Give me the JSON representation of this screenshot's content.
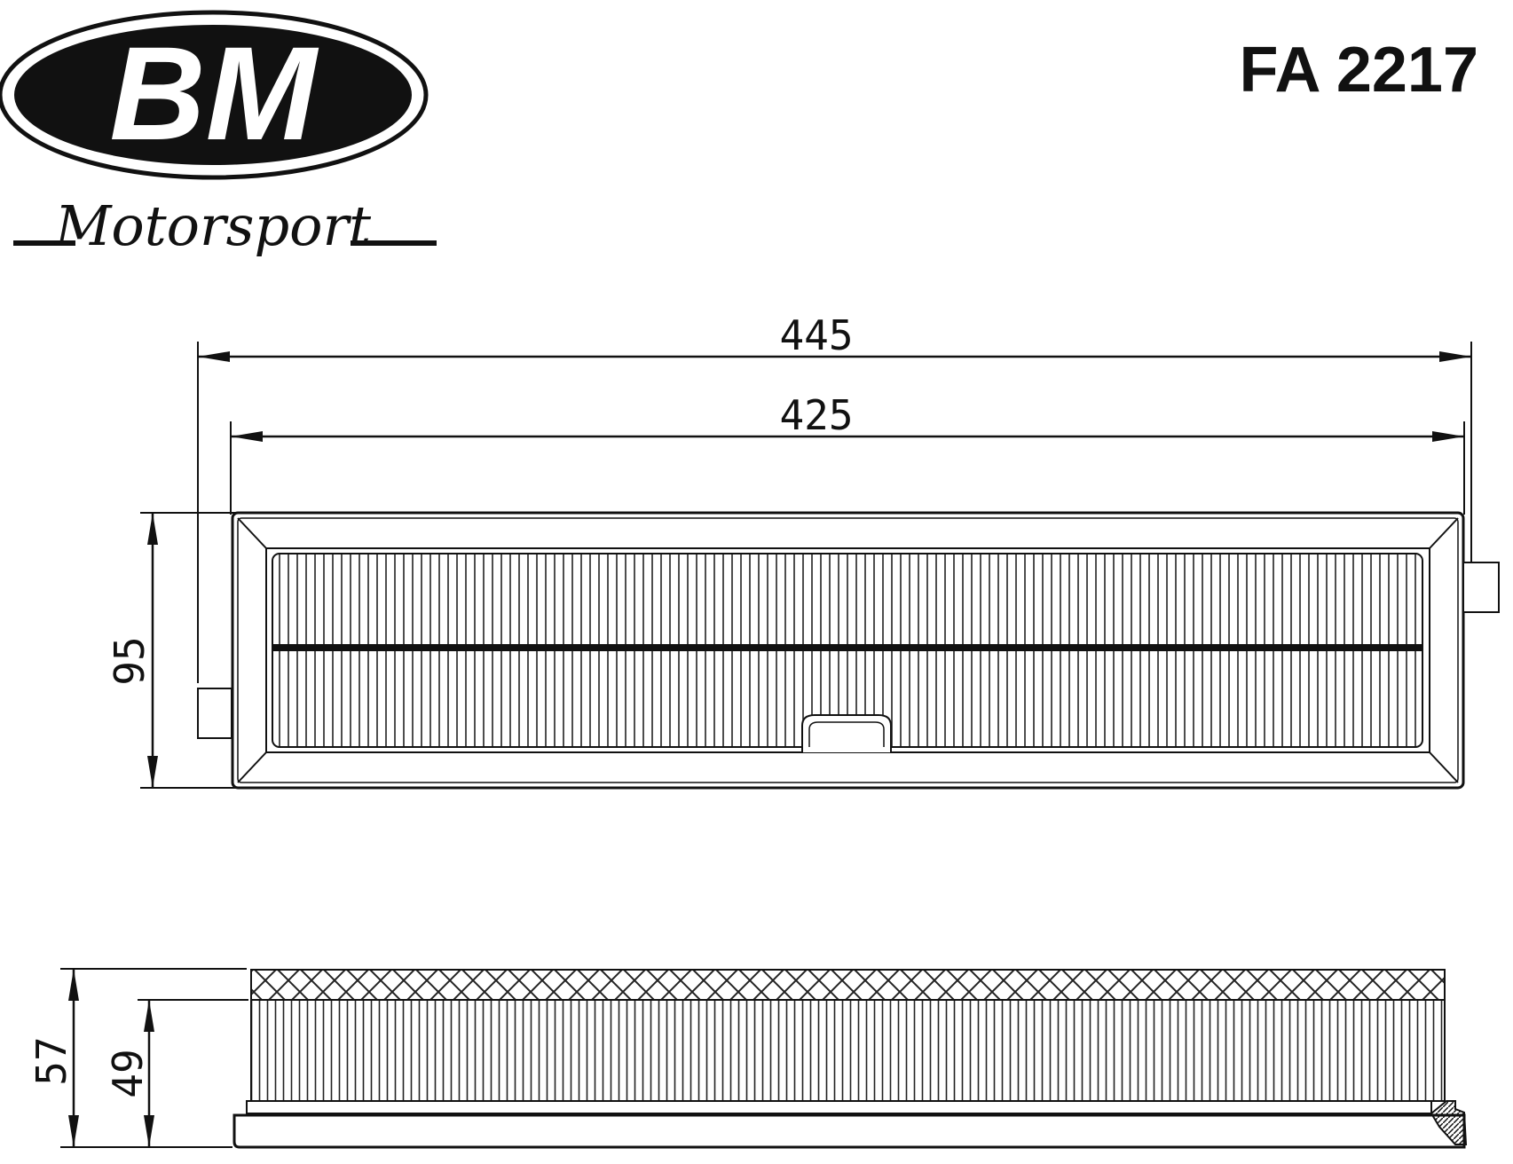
{
  "brand": {
    "logo_text": "BM",
    "script_text": "Motorsport"
  },
  "part_number": "FA 2217",
  "top_view": {
    "dimensions": {
      "overall_length": "445",
      "inner_length": "425",
      "width": "95"
    }
  },
  "side_view": {
    "dimensions": {
      "overall_height": "57",
      "media_height": "49"
    }
  }
}
